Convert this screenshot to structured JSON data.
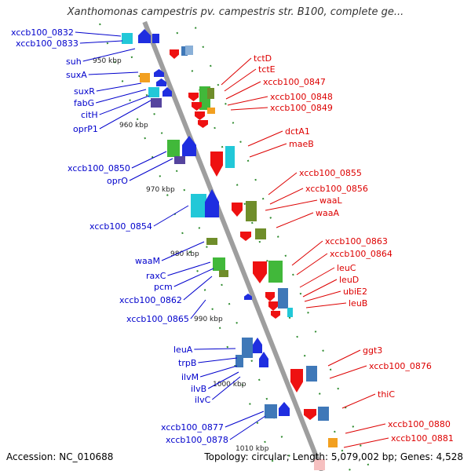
{
  "title": "Xanthomonas campestris pv. campestris str. B100, complete ge...",
  "footer": {
    "accession": "Accession: NC_010688",
    "topology": "Topology: circular; Length: 5,079,002 bp; Genes: 4,528"
  },
  "colors": {
    "backbone": "#9e9e9e",
    "left_label": "#0000cc",
    "right_label": "#dd0000",
    "tick": "#2e8b2e"
  },
  "kbp_ticks": [
    "950 kbp",
    "960 kbp",
    "970 kbp",
    "980 kbp",
    "990 kbp",
    "1000 kbp",
    "1010 kbp"
  ],
  "left_labels": [
    "xccb100_0832",
    "xccb100_0833",
    "suh",
    "suxA",
    "suxR",
    "fabG",
    "citH",
    "oprP1",
    "xccb100_0850",
    "oprO",
    "xccb100_0854",
    "waaM",
    "raxC",
    "pcm",
    "xccb100_0862",
    "xccb100_0865",
    "leuA",
    "trpB",
    "ilvM",
    "ilvB",
    "ilvC",
    "xccb100_0877",
    "xccb100_0878"
  ],
  "right_labels": [
    "tctD",
    "tctE",
    "xccb100_0847",
    "xccb100_0848",
    "xccb100_0849",
    "dctA1",
    "maeB",
    "xccb100_0855",
    "xccb100_0856",
    "waaL",
    "waaA",
    "xccb100_0863",
    "xccb100_0864",
    "leuC",
    "leuD",
    "ubiE2",
    "leuB",
    "ggt3",
    "xccb100_0876",
    "thiC",
    "xccb100_0880",
    "xccb100_0881"
  ]
}
